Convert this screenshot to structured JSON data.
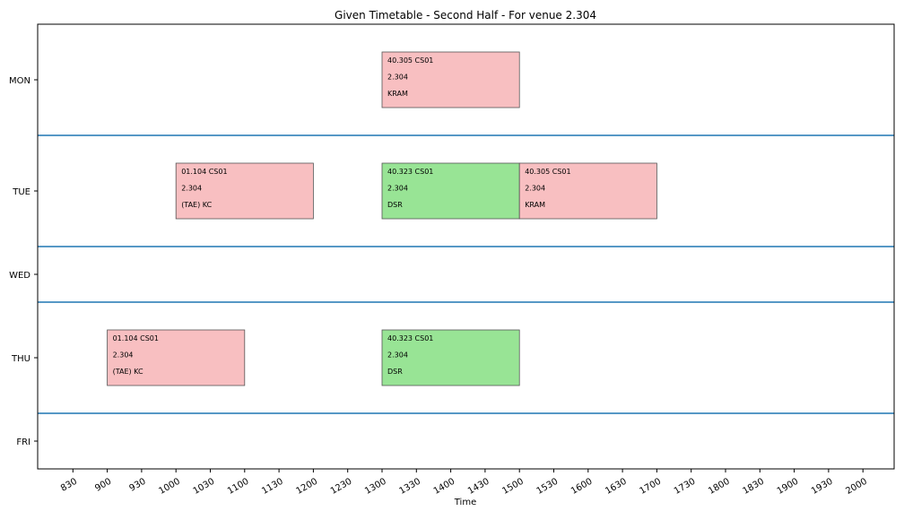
{
  "chart_data": {
    "type": "timetable",
    "title": "Given Timetable - Second Half - For venue 2.304",
    "xlabel": "Time",
    "ylabel": "",
    "grid": false,
    "x_ticks": [
      "830",
      "900",
      "930",
      "1000",
      "1030",
      "1100",
      "1130",
      "1200",
      "1230",
      "1300",
      "1330",
      "1400",
      "1430",
      "1500",
      "1530",
      "1600",
      "1630",
      "1700",
      "1730",
      "1800",
      "1830",
      "1900",
      "1930",
      "2000"
    ],
    "xlim": [
      8.0,
      20.5
    ],
    "days": [
      "MON",
      "TUE",
      "WED",
      "THU",
      "FRI"
    ],
    "colors": {
      "pink": "#f8bfc1",
      "green": "#98e495",
      "separator": "#1f77b4",
      "box_edge": "#555555"
    },
    "events": [
      {
        "day": "MON",
        "start": 13.0,
        "end": 15.0,
        "code": "40.305 CS01",
        "venue": "2.304",
        "staff": "KRAM",
        "color": "pink"
      },
      {
        "day": "TUE",
        "start": 10.0,
        "end": 12.0,
        "code": "01.104 CS01",
        "venue": "2.304",
        "staff": "(TAE) KC",
        "color": "pink"
      },
      {
        "day": "TUE",
        "start": 13.0,
        "end": 15.0,
        "code": "40.323 CS01",
        "venue": "2.304",
        "staff": "DSR",
        "color": "green"
      },
      {
        "day": "TUE",
        "start": 15.0,
        "end": 17.0,
        "code": "40.305 CS01",
        "venue": "2.304",
        "staff": "KRAM",
        "color": "pink"
      },
      {
        "day": "THU",
        "start": 9.0,
        "end": 11.0,
        "code": "01.104 CS01",
        "venue": "2.304",
        "staff": "(TAE) KC",
        "color": "pink"
      },
      {
        "day": "THU",
        "start": 13.0,
        "end": 15.0,
        "code": "40.323 CS01",
        "venue": "2.304",
        "staff": "DSR",
        "color": "green"
      }
    ]
  }
}
